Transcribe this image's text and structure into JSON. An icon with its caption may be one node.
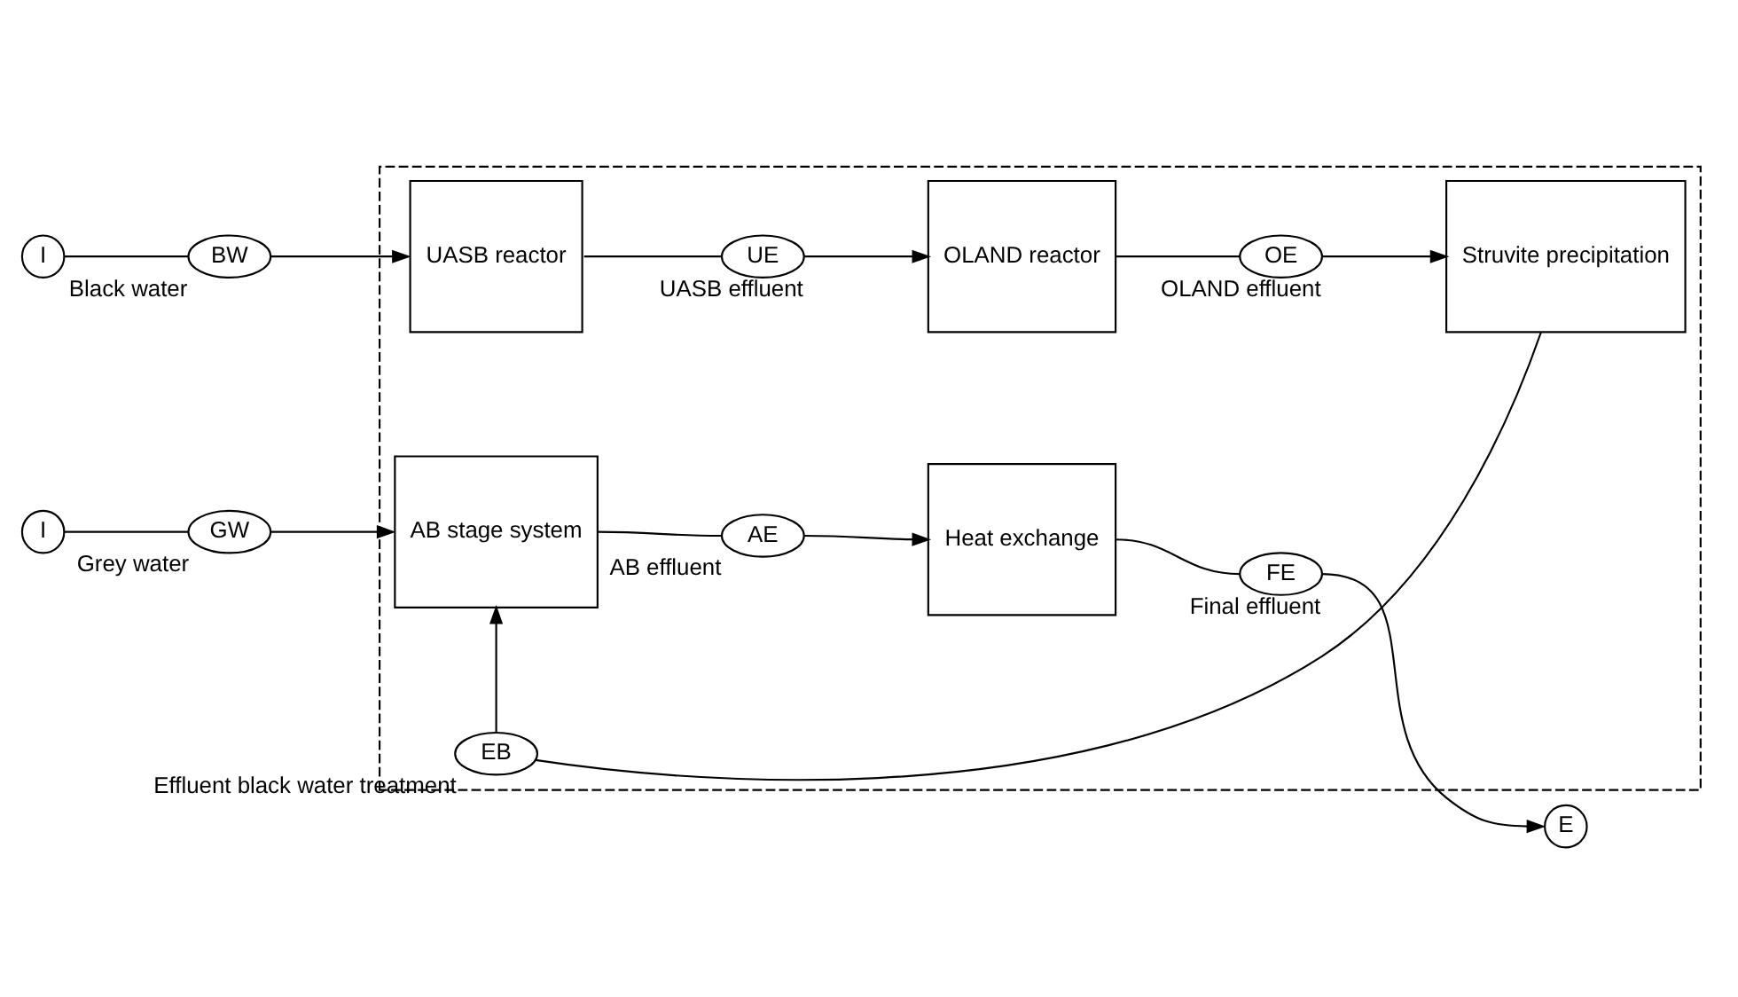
{
  "diagram": {
    "nodes": [
      {
        "text": [],
        "shape": "box"
      },
      {
        "text": [
          "I"
        ]
      },
      {
        "text": [
          "BW"
        ],
        "beside": [
          "Black water"
        ]
      },
      {
        "text": [
          "UASB reactor"
        ],
        "in": 0
      },
      {
        "text": [
          "UE"
        ],
        "beside": [
          "UASB effluent"
        ],
        "in": 0
      },
      {
        "text": [
          "OLAND reactor"
        ],
        "in": 0
      },
      {
        "text": [
          "OE"
        ],
        "beside": [
          "OLAND effluent"
        ],
        "in": 0
      },
      {
        "text": [
          "Struvite precipitation"
        ],
        "in": 0
      },
      {
        "text": [
          "I"
        ]
      },
      {
        "text": [
          "GW"
        ],
        "beside": [
          "Grey water"
        ]
      },
      {
        "text": [
          "AB stage system"
        ],
        "in": 0
      },
      {
        "text": [
          "AE"
        ],
        "beside": [
          "AB effluent"
        ],
        "in": 0
      },
      {
        "text": [
          "Heat exchange"
        ],
        "in": 0
      },
      {
        "text": [
          "FE"
        ],
        "beside": [
          "Final effluent"
        ],
        "in": 0
      },
      {
        "text": [
          "E"
        ]
      },
      {
        "text": [
          "EB"
        ],
        "beside": [
          "Effluent black water treatment"
        ],
        "in": 0
      }
    ],
    "edges": [
      {
        "from": 1,
        "to": 2,
        "arrow": "none"
      },
      {
        "from": 2,
        "to": 3,
        "arrow": "to"
      },
      {
        "from": 3,
        "to": 4,
        "arrow": "none"
      },
      {
        "from": 4,
        "to": 5,
        "arrow": "to"
      },
      {
        "from": 5,
        "to": 6,
        "arrow": "none"
      },
      {
        "from": 6,
        "to": 7,
        "arrow": "to"
      },
      {
        "from": 7,
        "to": 15,
        "arrow": "none"
      },
      {
        "from": 15,
        "to": 10,
        "arrow": "to"
      },
      {
        "from": 8,
        "to": 9,
        "arrow": "none"
      },
      {
        "from": 9,
        "to": 10,
        "arrow": "to"
      },
      {
        "from": 10,
        "to": 11,
        "arrow": "none"
      },
      {
        "from": 11,
        "to": 12,
        "arrow": "to"
      },
      {
        "from": 12,
        "to": 13,
        "arrow": "none"
      },
      {
        "from": 13,
        "to": 14,
        "arrow": "to"
      }
    ]
  }
}
